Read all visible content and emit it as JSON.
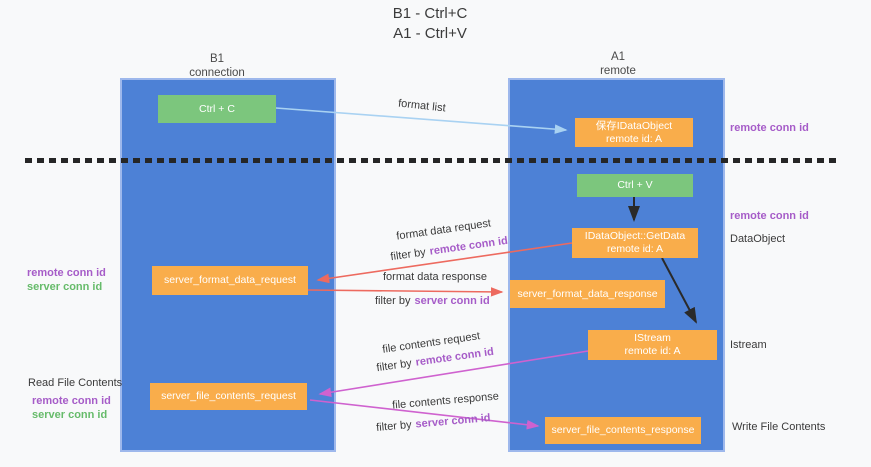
{
  "title": {
    "line1": "B1 - Ctrl+C",
    "line2": "A1 - Ctrl+V"
  },
  "lanes": {
    "left": {
      "title": "B1",
      "subtitle": "connection"
    },
    "right": {
      "title": "A1",
      "subtitle": "remote"
    }
  },
  "nodes": {
    "ctrl_c": {
      "label": "Ctrl + C"
    },
    "save_idataobject": {
      "line1": "保存IDataObject",
      "line2": "remote id: A"
    },
    "ctrl_v": {
      "label": "Ctrl + V"
    },
    "getdata": {
      "line1": "IDataObject::GetData",
      "line2": "remote id: A"
    },
    "server_format_data_request": {
      "label": "server_format_data_request"
    },
    "server_format_data_response": {
      "label": "server_format_data_response"
    },
    "istream": {
      "line1": "IStream",
      "line2": "remote id: A"
    },
    "server_file_contents_request": {
      "label": "server_file_contents_request"
    },
    "server_file_contents_response": {
      "label": "server_file_contents_response"
    }
  },
  "flow_labels": {
    "format_list": "format list",
    "format_data_request": "format data request",
    "format_data_response": "format data response",
    "file_contents_request": "file contents request",
    "file_contents_response": "file contents response",
    "filter_by": "filter by",
    "remote_conn_id": "remote conn id",
    "server_conn_id": "server conn id"
  },
  "side_labels": {
    "right_top_remote_conn_id": "remote conn id",
    "right_mid_remote_conn_id": "remote conn id",
    "dataobject": "DataObject",
    "istream": "Istream",
    "write_file_contents": "Write File Contents",
    "left_remote_conn_id_top": "remote conn id",
    "left_server_conn_id_top": "server conn id",
    "read_file_contents": "Read File Contents",
    "left_remote_conn_id_bottom": "remote conn id",
    "left_server_conn_id_bottom": "server conn id"
  },
  "colors": {
    "background": "#f8f9fa",
    "lane_fill": "#4d81d6",
    "lane_border": "#9eb8ec",
    "node_green": "#7cc67d",
    "node_orange": "#f9ad4b",
    "arrow_blue": "#a9d2f2",
    "arrow_red": "#ed6a5f",
    "arrow_magenta": "#cf62cf",
    "arrow_black": "#2a2a2a",
    "text_purple": "#a65cc8",
    "text_green": "#66bb6a",
    "divider_black": "#262626"
  }
}
